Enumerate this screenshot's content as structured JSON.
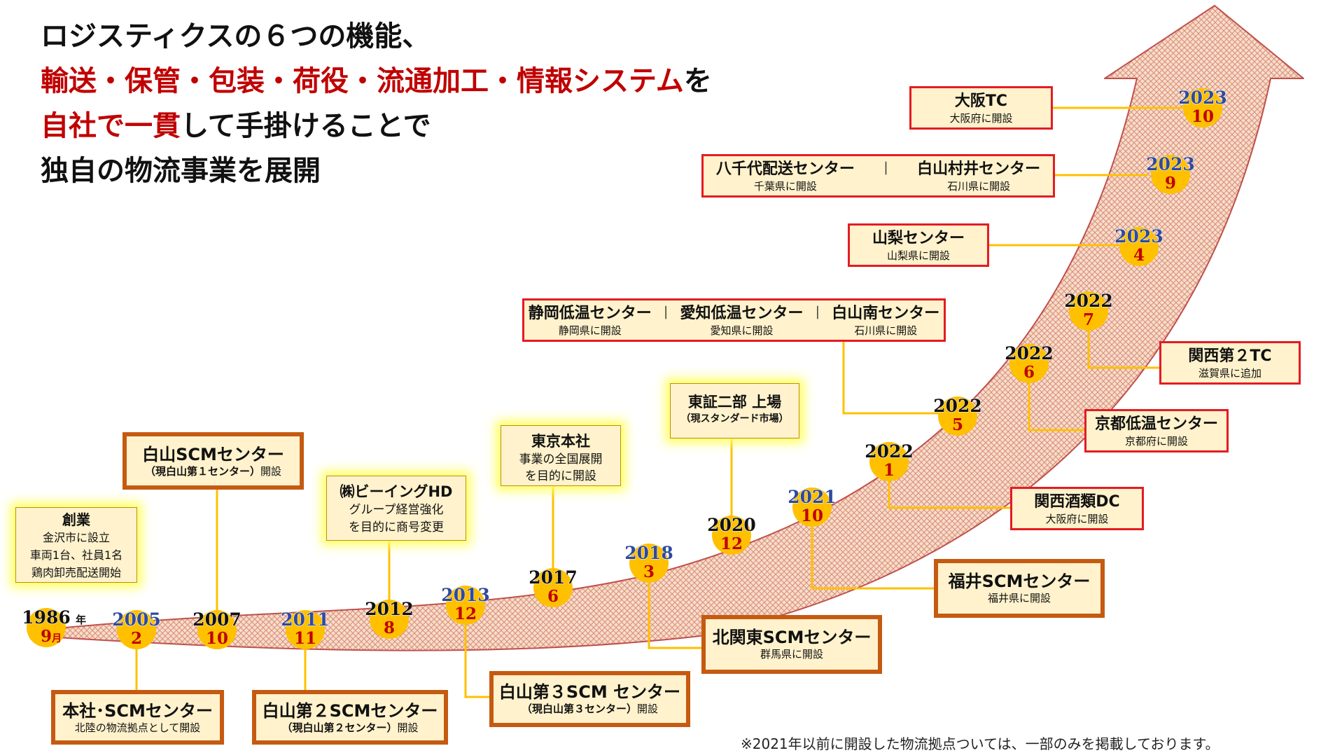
{
  "headline": {
    "line1": "ロジスティクスの６つの機能、",
    "line2_red": "輸送・保管・包装・荷役・流通加工・情報システム",
    "line2_black": "を",
    "line3_red": "自社で一貫",
    "line3_black": "して手掛けることで",
    "line4": "独自の物流事業を展開"
  },
  "milestones": [
    {
      "id": "m1986",
      "year": "1986",
      "month": "9",
      "year_suffix": "年",
      "month_suffix": "月"
    },
    {
      "id": "m2005",
      "year": "2005",
      "month": "2"
    },
    {
      "id": "m2007",
      "year": "2007",
      "month": "10"
    },
    {
      "id": "m2011",
      "year": "2011",
      "month": "11"
    },
    {
      "id": "m2012",
      "year": "2012",
      "month": "8"
    },
    {
      "id": "m2013",
      "year": "2013",
      "month": "12"
    },
    {
      "id": "m2017",
      "year": "2017",
      "month": "6"
    },
    {
      "id": "m2018",
      "year": "2018",
      "month": "3"
    },
    {
      "id": "m2020",
      "year": "2020",
      "month": "12"
    },
    {
      "id": "m2021",
      "year": "2021",
      "month": "10"
    },
    {
      "id": "m2022a",
      "year": "2022",
      "month": "1"
    },
    {
      "id": "m2022b",
      "year": "2022",
      "month": "5"
    },
    {
      "id": "m2022c",
      "year": "2022",
      "month": "6"
    },
    {
      "id": "m2022d",
      "year": "2022",
      "month": "7"
    },
    {
      "id": "m2023a",
      "year": "2023",
      "month": "4"
    },
    {
      "id": "m2023b",
      "year": "2023",
      "month": "9"
    },
    {
      "id": "m2023c",
      "year": "2023",
      "month": "10"
    }
  ],
  "boxes": {
    "sougyou": {
      "title": "創業",
      "lines": [
        "金沢市に設立",
        "車両1台、社員1名",
        "鶏肉卸売配送開始"
      ]
    },
    "honsha_scm": {
      "title": "本社･SCMセンター",
      "sub": "北陸の物流拠点として開設"
    },
    "hakusan_scm": {
      "title": "白山SCMセンター",
      "sub_bold": "（現白山第１センター）",
      "sub_tail": "開設"
    },
    "hakusan2": {
      "title": "白山第２SCMセンター",
      "sub_bold": "（現白山第２センター）",
      "sub_tail": "開設"
    },
    "being_hd": {
      "title": "㈱ビーイングHD",
      "lines": [
        "グループ経営強化",
        "を目的に商号変更"
      ]
    },
    "hakusan3": {
      "title": "白山第３SCM センター",
      "sub_bold": "（現白山第３センター）",
      "sub_tail": "開設"
    },
    "tokyo": {
      "title": "東京本社",
      "lines": [
        "事業の全国展開",
        "を目的に開設"
      ]
    },
    "kitakanto": {
      "title": "北関東SCMセンター",
      "sub": "群馬県に開設"
    },
    "tosho": {
      "title": "東証二部 上場",
      "sub_bold": "（現スタンダード市場）"
    },
    "fukui": {
      "title": "福井SCMセンター",
      "sub": "福井県に開設"
    },
    "kansai_shurui": {
      "title": "関西酒類DC",
      "sub": "大阪府に開設"
    },
    "shizuoka_group": {
      "items": [
        {
          "title": "静岡低温センター",
          "sub": "静岡県に開設"
        },
        {
          "title": "愛知低温センター",
          "sub": "愛知県に開設"
        },
        {
          "title": "白山南センター",
          "sub": "石川県に開設"
        }
      ],
      "separator": "｜"
    },
    "kyoto": {
      "title": "京都低温センター",
      "sub": "京都府に開設"
    },
    "kansai2": {
      "title": "関西第２TC",
      "sub": "滋賀県に追加"
    },
    "yamanashi": {
      "title": "山梨センター",
      "sub": "山梨県に開設"
    },
    "yachiyo_group": {
      "items": [
        {
          "title": "八千代配送センター",
          "sub": "千葉県に開設"
        },
        {
          "title": "白山村井センター",
          "sub": "石川県に開設"
        }
      ],
      "separator": "｜"
    },
    "osaka": {
      "title": "大阪TC",
      "sub": "大阪府に開設"
    }
  },
  "note": "※2021年以前に開設した物流拠点ついては、一部のみを掲載しております。",
  "colors": {
    "red": "#c00000",
    "box_fill": "#fff2cc",
    "thin_border": "#e31c23",
    "thick_border": "#c55a11",
    "connector": "#ffc000",
    "year_blue": "#2e4a9e",
    "year_black": "#111111",
    "month_red": "#c00000",
    "disc": "#ffc000",
    "arrow_fill": "#f2c9b8",
    "arrow_edge": "#c0504d",
    "glow": "#ffff66"
  },
  "icons": {
    "arrow": "growth-arrow",
    "disc": "year-disc-marker"
  }
}
